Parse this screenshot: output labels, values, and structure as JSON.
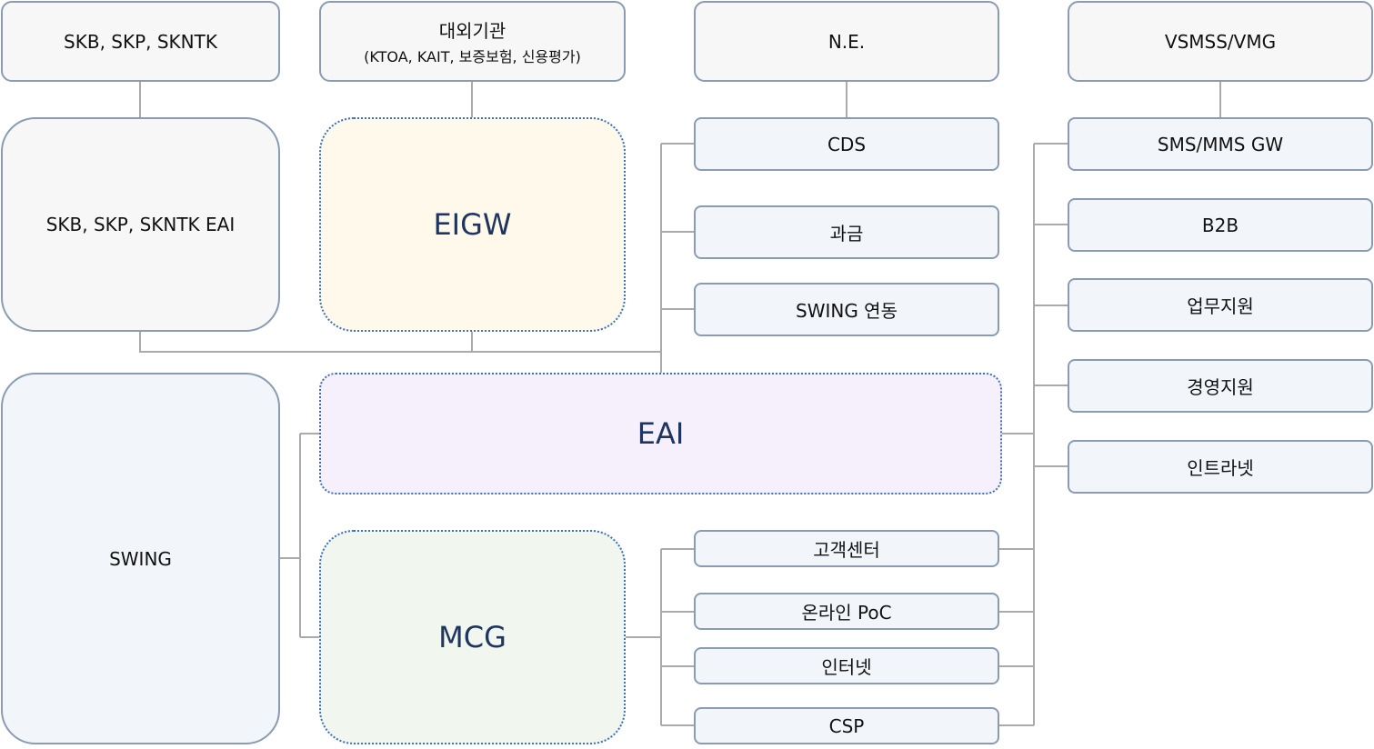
{
  "external": {
    "skb_group": "SKB, SKP, SKNTK",
    "agencies_title": "대외기관",
    "agencies_sub": "(KTOA, KAIT, 보증보험, 신용평가)",
    "ne": "N.E.",
    "vsmss": "VSMSS/VMG"
  },
  "systems": {
    "skb_eai": "SKB, SKP, SKNTK EAI",
    "eigw": "EIGW",
    "eai": "EAI",
    "mcg": "MCG",
    "swing": "SWING"
  },
  "eai_links": {
    "cds": "CDS",
    "billing": "과금",
    "swing_link": "SWING 연동"
  },
  "right_systems": {
    "sms_gw": "SMS/MMS GW",
    "b2b": "B2B",
    "biz_support": "업무지원",
    "mgmt_support": "경영지원",
    "intranet": "인트라넷"
  },
  "channels": {
    "customer_center": "고객센터",
    "online_poc": "온라인 PoC",
    "internet": "인터넷",
    "csp": "CSP"
  },
  "colors": {
    "border": "#8a9bb2",
    "connector": "#aaaaaa",
    "hub_border": "#3d6fc0",
    "eigw_fill": "#fff9eb",
    "eai_fill": "#f5f0fc",
    "mcg_fill": "#f1f7ee"
  }
}
